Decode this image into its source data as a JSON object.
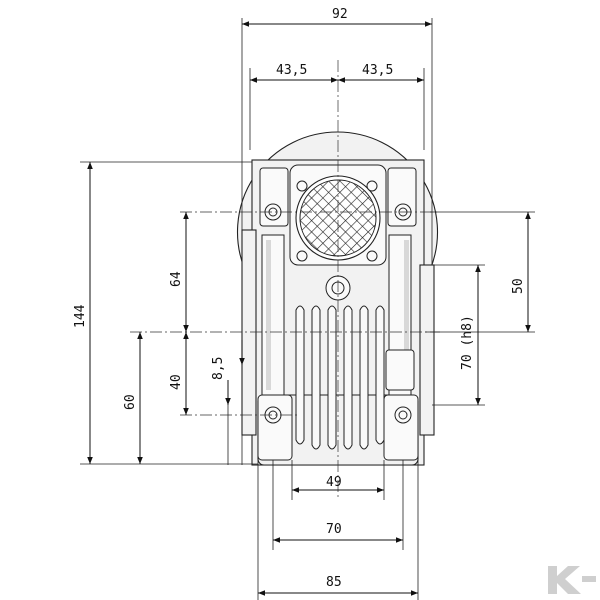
{
  "drawing": {
    "dimensions": {
      "overall_width": "92",
      "half_left": "43,5",
      "half_right": "43,5",
      "overall_height": "144",
      "axis_to_top_bolt": "64",
      "output_axis_height": "60",
      "axis_to_lower_bolt": "40",
      "flange_offset": "8,5",
      "shaft_distance": "50",
      "flange_spigot": "70 (h8)",
      "bottom_inner": "49",
      "bottom_middle": "70",
      "bottom_outer": "85"
    },
    "colors": {
      "line": "#111111",
      "logo": "#cfcfcf"
    },
    "logo_icon": "brand-logo-icon"
  }
}
